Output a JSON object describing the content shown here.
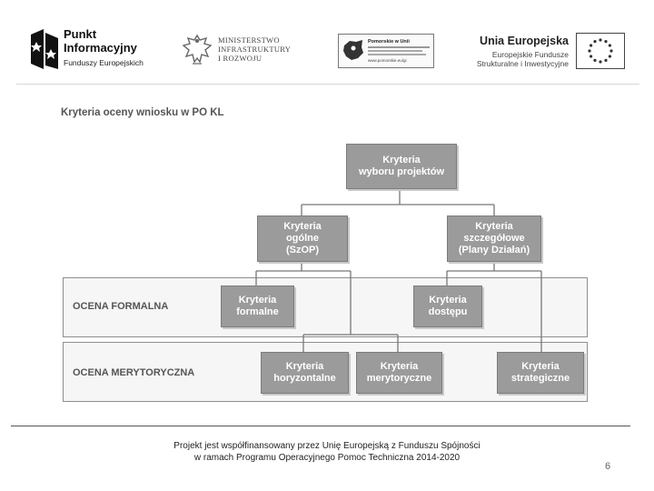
{
  "header": {
    "logo_pi": {
      "line1": "Punkt",
      "line2": "Informacyjny",
      "line3": "Funduszy Europejskich"
    },
    "logo_ministry": {
      "line1": "MINISTERSTWO",
      "line2": "INFRASTRUKTURY",
      "line3": "I ROZWOJU"
    },
    "logo_pomorskie": {
      "line1": "Pomorskie w Unii",
      "line2": "www.pomorskie.eu/gi"
    },
    "logo_eu": {
      "line1": "Unia Europejska",
      "line2": "Europejskie Fundusze",
      "line3": "Strukturalne i Inwestycyjne"
    }
  },
  "slide": {
    "title": "Kryteria oceny wniosku w PO KL",
    "bands": {
      "formal": "OCENA FORMALNA",
      "merit": "OCENA MERYTORYCZNA"
    },
    "nodes": {
      "root": "Kryteria\nwyboru projektów",
      "general": "Kryteria\nogólne\n(SzOP)",
      "detailed": "Kryteria\nszczegółowe\n(Plany Działań)",
      "formal": "Kryteria\nformalne",
      "access": "Kryteria\ndostępu",
      "horizontal": "Kryteria\nhoryzontalne",
      "merit": "Kryteria\nmerytoryczne",
      "strategic": "Kryteria\nstrategiczne"
    }
  },
  "footer": {
    "line1": "Projekt jest współfinansowany przez Unię Europejską z Funduszu Spójności",
    "line2": "w ramach Programu Operacyjnego Pomoc Techniczna 2014-2020",
    "page_number": "6"
  },
  "colors": {
    "node_fill": "#9b9b9b",
    "band_fill": "#f6f6f6",
    "label_text": "#555555"
  }
}
